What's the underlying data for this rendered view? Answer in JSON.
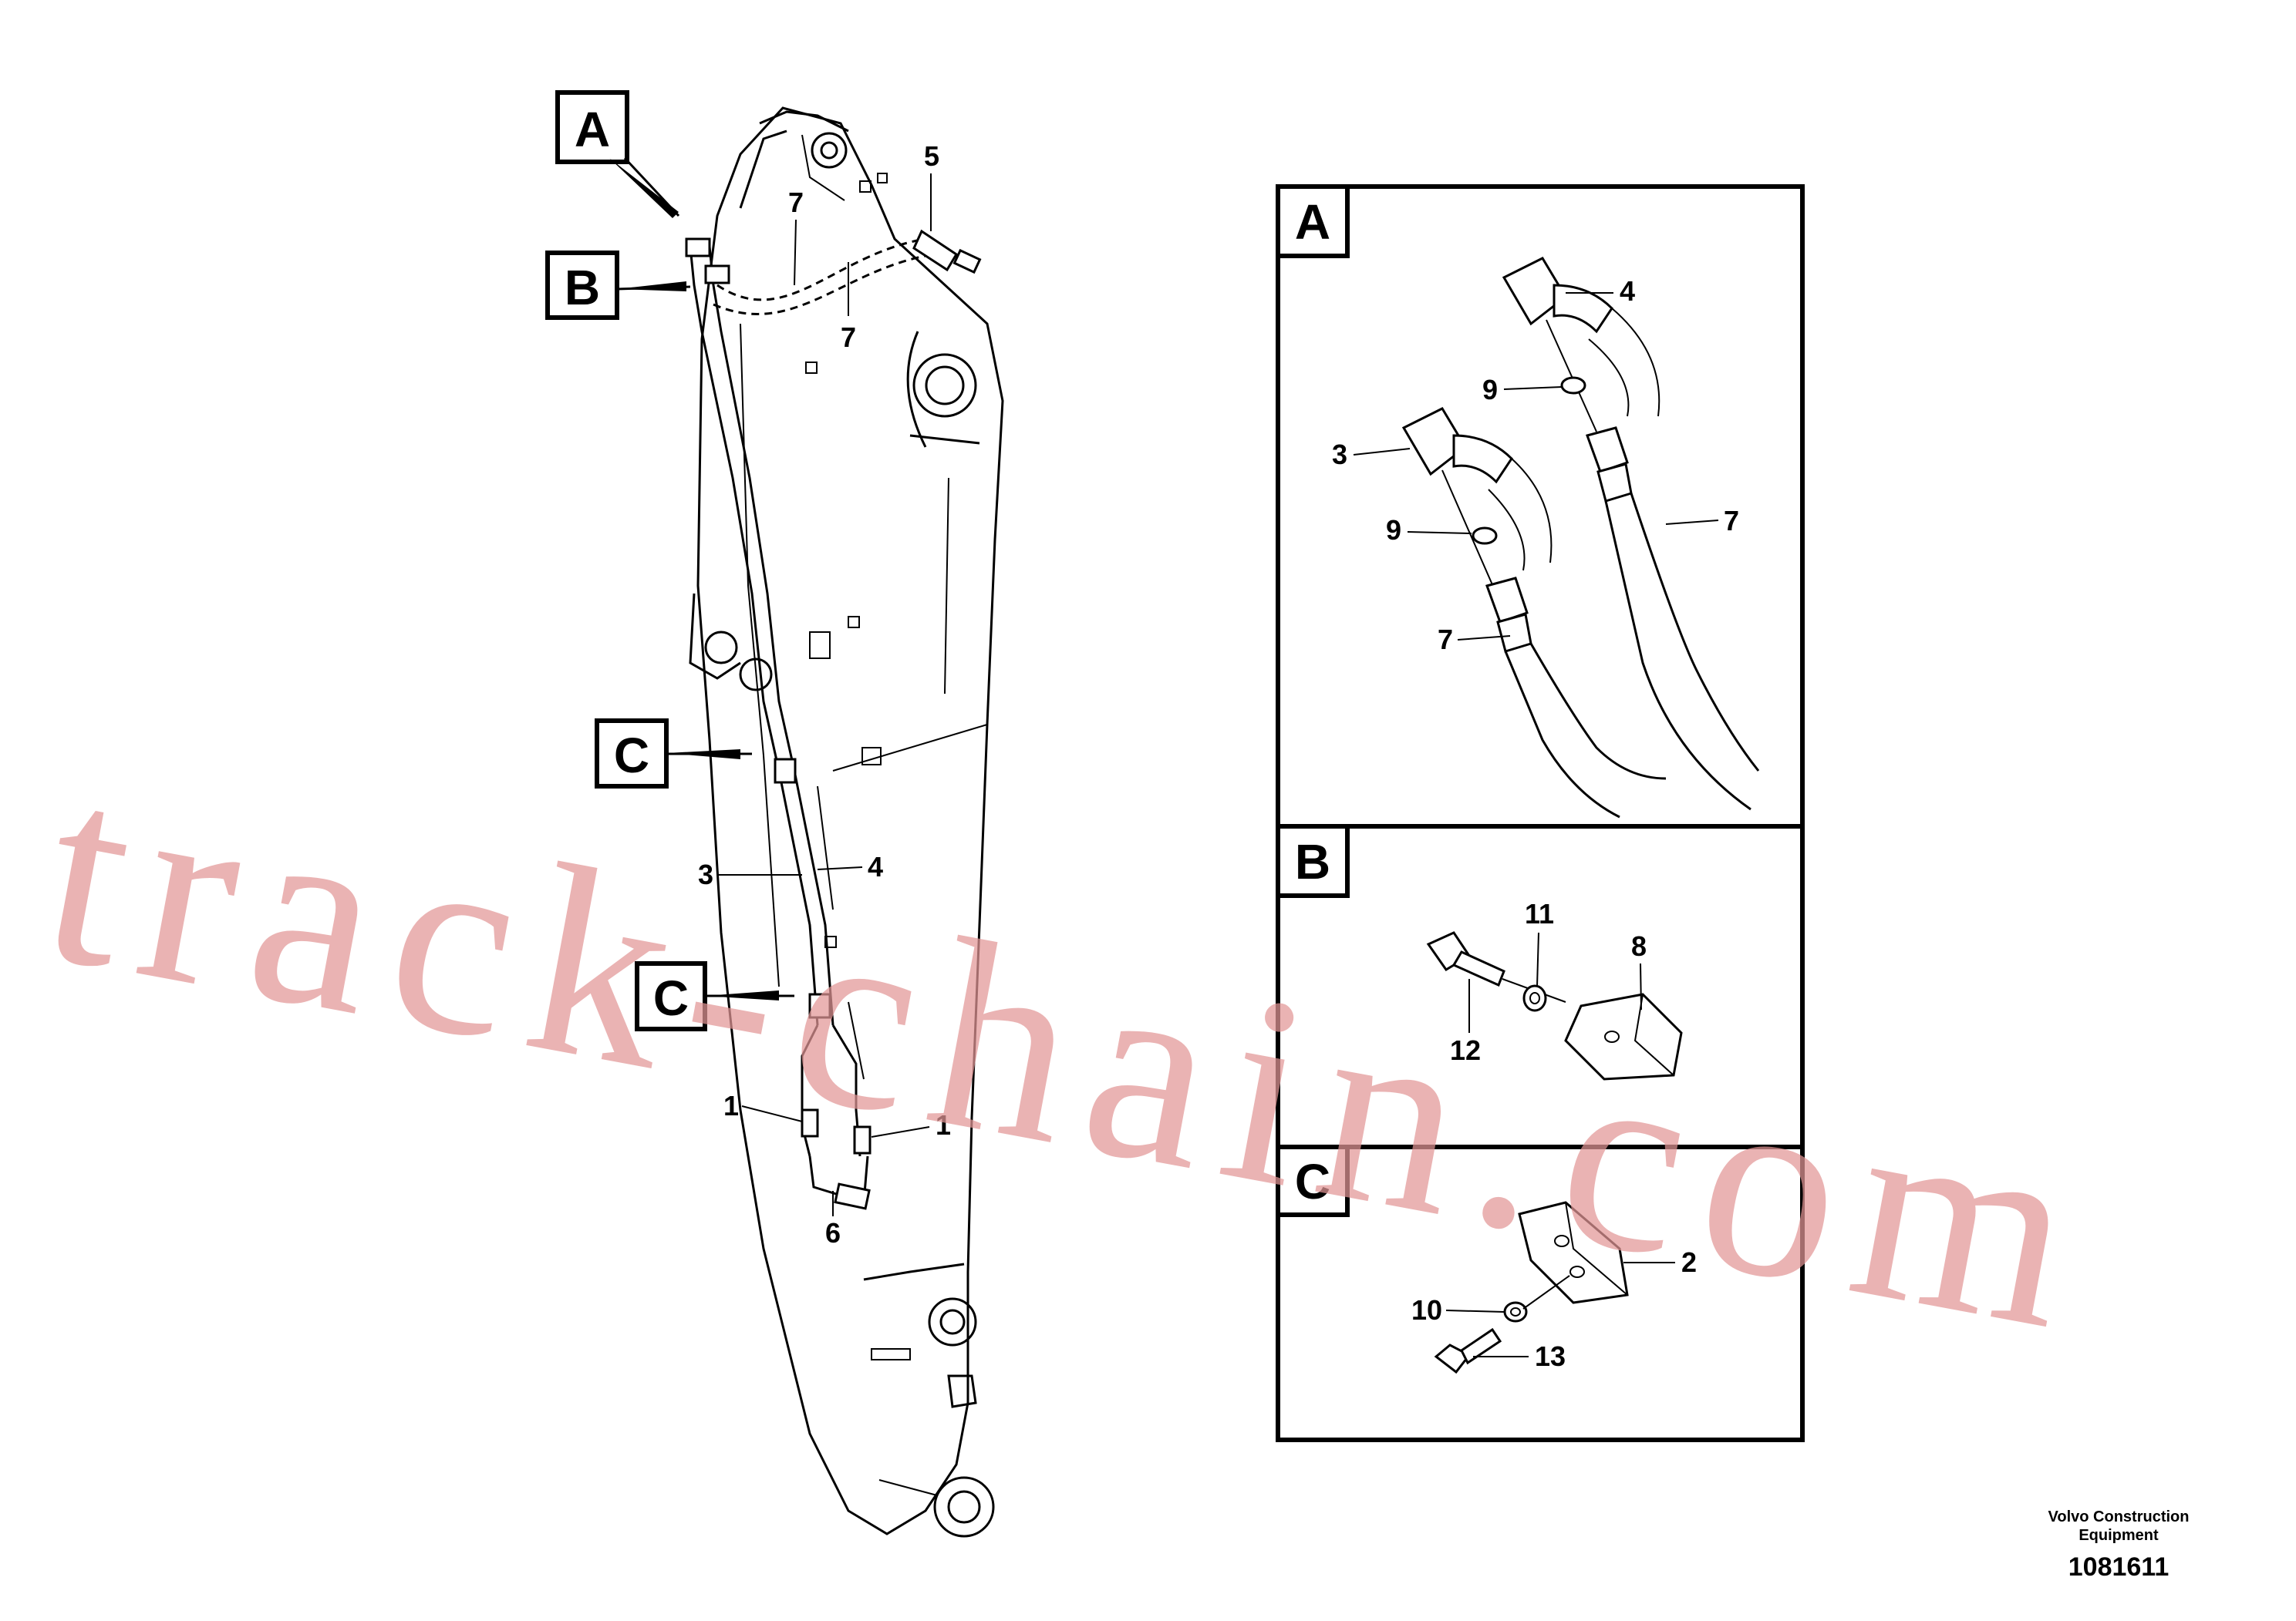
{
  "detail_labels": {
    "a": "A",
    "b": "B",
    "c": "C"
  },
  "callouts": {
    "n1": "1",
    "n2": "2",
    "n3": "3",
    "n4": "4",
    "n5": "5",
    "n6": "6",
    "n7": "7",
    "n8": "8",
    "n9": "9",
    "n10": "10",
    "n11": "11",
    "n12": "12",
    "n13": "13"
  },
  "footer": {
    "company_line1": "Volvo Construction",
    "company_line2": "Equipment",
    "drawing_number": "1081611"
  },
  "watermark": {
    "text": "track-chain.com",
    "color": "#e29696"
  }
}
